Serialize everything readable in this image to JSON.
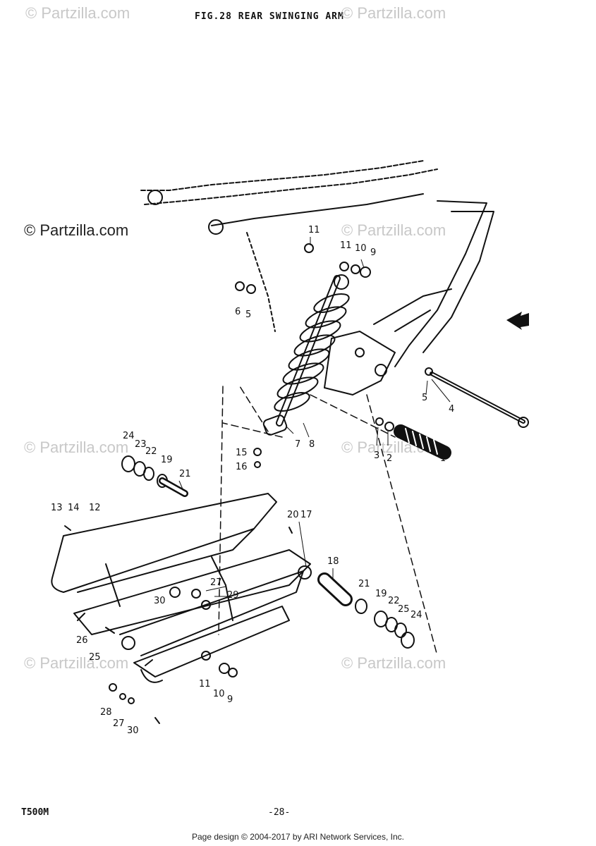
{
  "header": {
    "title": "FIG.28  REAR SWINGING ARM"
  },
  "watermark": {
    "text": "© Partzilla.com"
  },
  "callouts": [
    "1",
    "2",
    "3",
    "4",
    "5",
    "5",
    "6",
    "7",
    "8",
    "9",
    "9",
    "10",
    "10",
    "11",
    "11",
    "12",
    "13",
    "14",
    "15",
    "16",
    "17",
    "18",
    "19",
    "19",
    "20",
    "21",
    "21",
    "22",
    "22",
    "23",
    "24",
    "24",
    "25",
    "25",
    "26",
    "27",
    "27",
    "28",
    "29",
    "30",
    "30"
  ],
  "footer": {
    "model": "T500M",
    "page": "-28-",
    "credit": "Page design © 2004-2017 by ARI Network Services, Inc."
  },
  "colors": {
    "ink": "#111111",
    "watermark": "#c8c8c8"
  }
}
